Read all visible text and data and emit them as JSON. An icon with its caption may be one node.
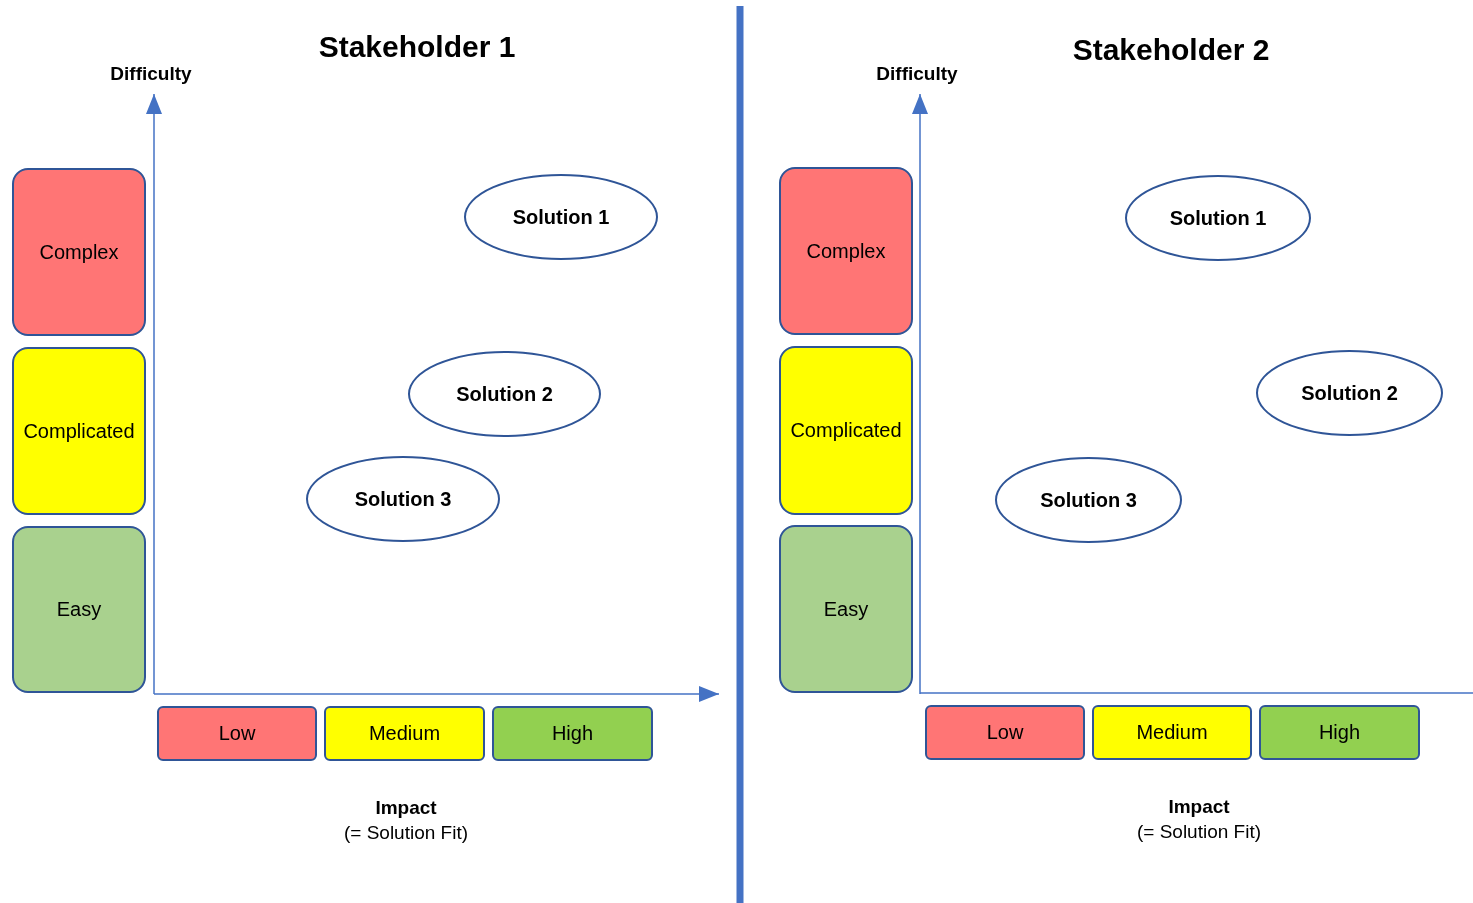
{
  "diagram": {
    "nodes": [
      {
        "text": [
          "Complex"
        ]
      },
      {
        "text": [
          "Complicated"
        ]
      },
      {
        "text": [
          "Easy"
        ]
      },
      {
        "text": [
          "Low"
        ]
      },
      {
        "text": [
          "Medium"
        ]
      },
      {
        "text": [
          "High"
        ]
      },
      {
        "text": [
          "Solution 1"
        ]
      },
      {
        "text": [
          "Solution 2"
        ]
      },
      {
        "text": [
          "Solution 3"
        ]
      },
      {
        "text": [
          "Complex"
        ]
      },
      {
        "text": [
          "Complicated"
        ]
      },
      {
        "text": [
          "Easy"
        ]
      },
      {
        "text": [
          "Low"
        ]
      },
      {
        "text": [
          "Medium"
        ]
      },
      {
        "text": [
          "High"
        ]
      },
      {
        "text": [
          "Solution 1"
        ]
      },
      {
        "text": [
          "Solution 2"
        ]
      },
      {
        "text": [
          "Solution 3"
        ]
      }
    ],
    "edges": [],
    "labels": [
      "Stakeholder 1",
      "Difficulty",
      "Impact",
      "(= Solution Fit)",
      "Stakeholder 2",
      "Difficulty",
      "Impact",
      "(= Solution Fit)"
    ]
  }
}
